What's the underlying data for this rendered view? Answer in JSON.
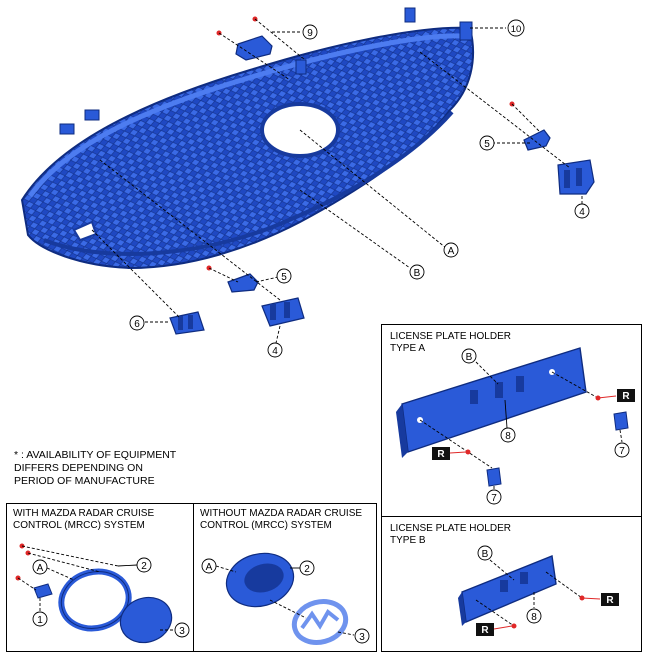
{
  "note_text": "* : AVAILABILITY OF EQUIPMENT\n   DIFFERS DEPENDING ON\n   PERIOD OF MANUFACTURE",
  "colors": {
    "part": "#2a5ad8",
    "part_dark": "#173a9e",
    "part_light": "#6f93ee",
    "screw": "#e02828",
    "line": "#000000"
  },
  "main_callouts": {
    "n9": "9",
    "n10": "10",
    "n5a": "5",
    "n4a": "4",
    "A": "A",
    "B": "B",
    "n5b": "5",
    "n6": "6",
    "n4b": "4"
  },
  "license_a": {
    "title": "LICENSE PLATE HOLDER\nTYPE A",
    "B": "B",
    "n8": "8",
    "n7a": "7",
    "n7b": "7",
    "R1": "R",
    "R2": "R"
  },
  "license_b": {
    "title": "LICENSE PLATE HOLDER\nTYPE B",
    "B": "B",
    "n8": "8",
    "R1": "R",
    "R2": "R"
  },
  "mrcc_with": {
    "title": "WITH MAZDA RADAR CRUISE\nCONTROL (MRCC) SYSTEM",
    "A": "A",
    "n1": "1",
    "n2": "2",
    "n3": "3"
  },
  "mrcc_without": {
    "title": "WITHOUT MAZDA RADAR CRUISE\nCONTROL (MRCC) SYSTEM",
    "A": "A",
    "n2": "2",
    "n3": "3"
  }
}
